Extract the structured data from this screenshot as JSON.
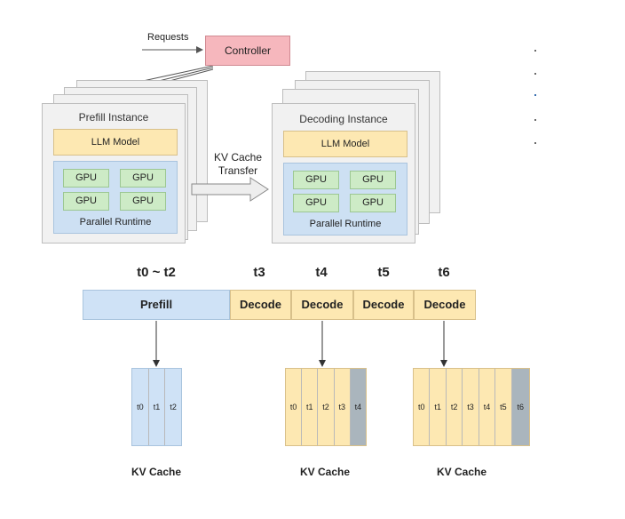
{
  "top": {
    "requests_label": "Requests",
    "controller_label": "Controller",
    "prefill_title": "Prefill Instance",
    "decoding_title": "Decoding Instance",
    "llm_label": "LLM Model",
    "gpu_label": "GPU",
    "runtime_label": "Parallel Runtime",
    "transfer_line1": "KV Cache",
    "transfer_line2": "Transfer"
  },
  "timeline": {
    "time_labels": [
      "t0 ~ t2",
      "t3",
      "t4",
      "t5",
      "t6"
    ],
    "segments": [
      "Prefill",
      "Decode",
      "Decode",
      "Decode",
      "Decode"
    ],
    "colors": {
      "prefill": "#cfe2f6",
      "decode": "#fde8b2",
      "new_token": "#aab5bd"
    }
  },
  "caches": [
    {
      "label": "KV Cache",
      "tokens": [
        "t0",
        "t1",
        "t2"
      ]
    },
    {
      "label": "KV Cache",
      "tokens": [
        "t0",
        "t1",
        "t2",
        "t3",
        "t4"
      ]
    },
    {
      "label": "KV Cache",
      "tokens": [
        "t0",
        "t1",
        "t2",
        "t3",
        "t4",
        "t5",
        "t6"
      ]
    }
  ]
}
